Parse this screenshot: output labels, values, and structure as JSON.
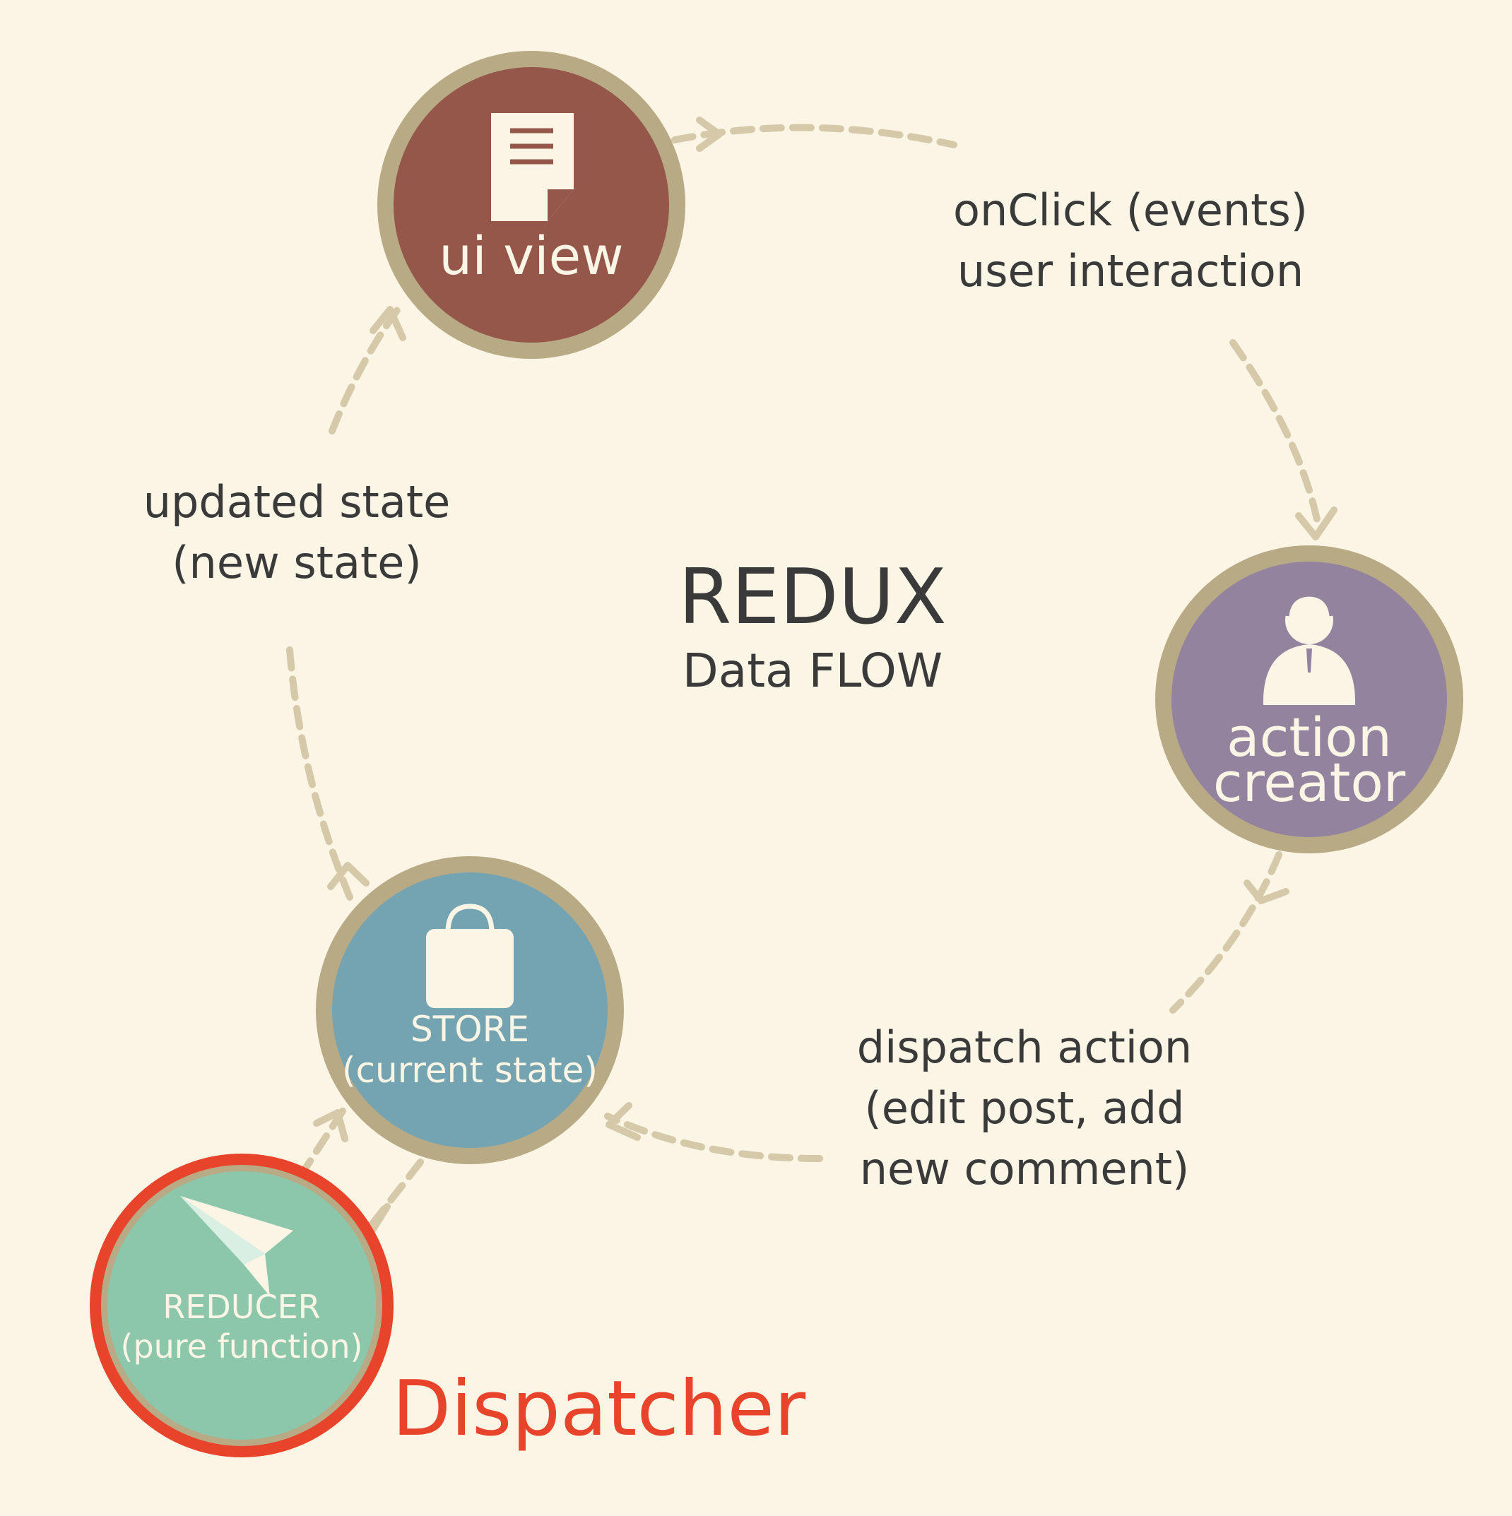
{
  "title": "REDUX",
  "subtitle": "Data FLOW",
  "nodes": {
    "ui_view": {
      "label": "ui view",
      "icon": "document-icon",
      "color": "#94574a"
    },
    "action_creator": {
      "line1": "action",
      "line2": "creator",
      "icon": "person-icon",
      "color": "#93839f"
    },
    "store": {
      "line1": "STORE",
      "line2": "(current state)",
      "icon": "shopping-bag-icon",
      "color": "#74a4b1"
    },
    "reducer": {
      "line1": "REDUCER",
      "line2": "(pure function)",
      "icon": "paper-plane-icon",
      "color": "#8cc6ab"
    }
  },
  "edges": {
    "events": {
      "line1": "onClick (events)",
      "line2": "user interaction"
    },
    "dispatch": {
      "line1": "dispatch action",
      "line2": "(edit post, add",
      "line3": "new comment)"
    },
    "updated": {
      "line1": "updated state",
      "line2": "(new state)"
    }
  },
  "highlight": {
    "label": "Dispatcher",
    "color": "#e8432b"
  },
  "ring_color": "#b9aa86",
  "arrow_color": "#d5c9a9"
}
